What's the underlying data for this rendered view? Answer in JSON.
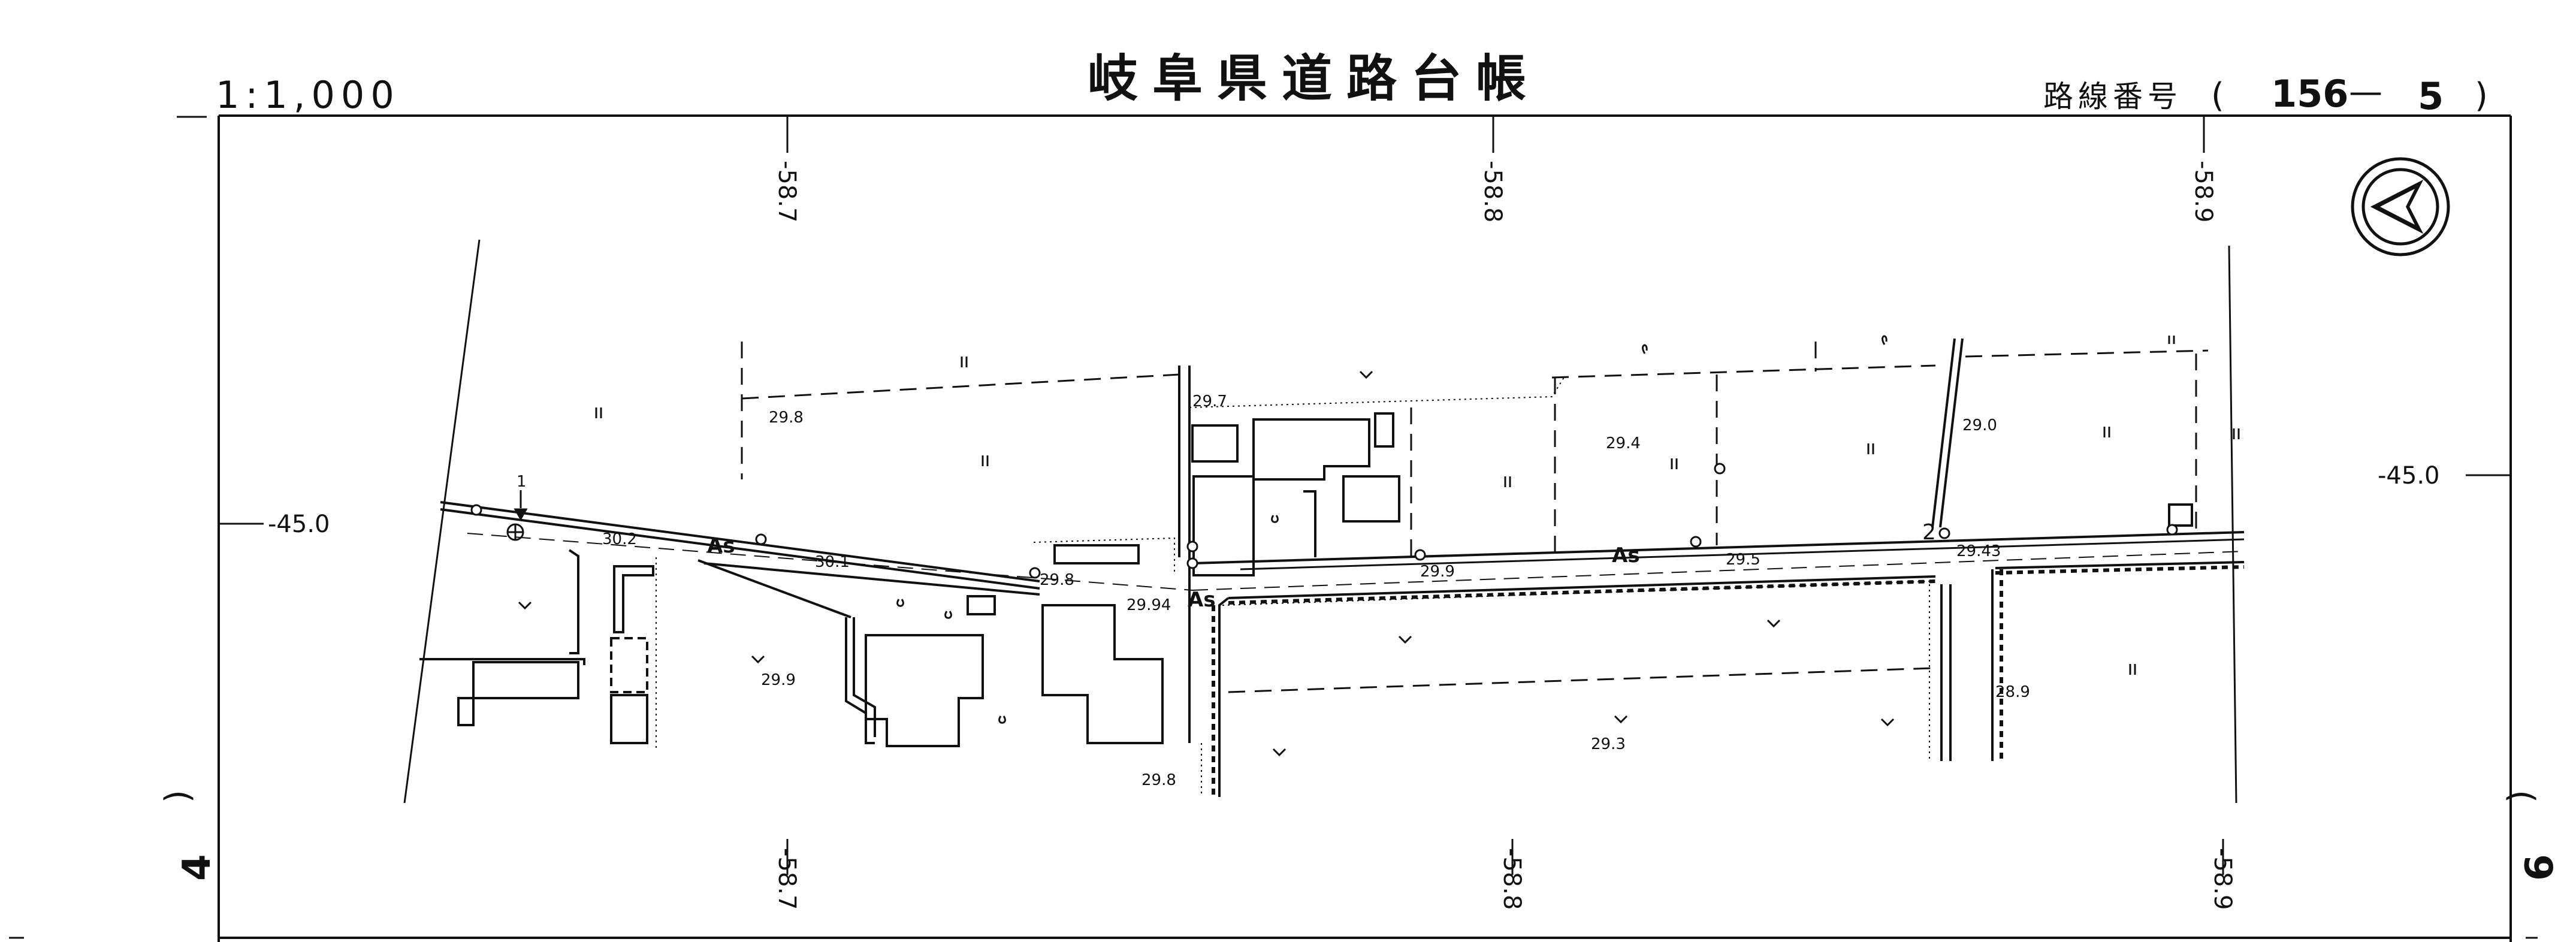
{
  "header": {
    "scale": "1:1,000",
    "title": "岐阜県道路台帳",
    "route_label": "路線番号",
    "route_open": "(",
    "route_number": "156",
    "route_dash": "—",
    "route_sheet": "5",
    "route_close": ")"
  },
  "grid": {
    "x_top": [
      "-58.7",
      "-58.8",
      "-58.9"
    ],
    "x_bottom": [
      "-58.7",
      "-58.8",
      "-58.9"
    ],
    "y_left": "-45.0",
    "y_right": "-45.0"
  },
  "adjacent_sheets": {
    "left_paren": ")",
    "left_number": "4",
    "right_paren": ")",
    "right_number": "6"
  },
  "elevations": [
    "29.8",
    "29.7",
    "29.4",
    "29.0",
    "30.2",
    "30.1",
    "29.8",
    "29.94",
    "29.9",
    "29.5",
    "29.43",
    "29.9",
    "28.9",
    "29.3",
    "29.8"
  ],
  "pavement_labels": [
    "As",
    "As",
    "As"
  ],
  "markers": {
    "km_post": "2",
    "bench_mark": "1"
  },
  "icons": [
    "north-arrow-icon",
    "survey-point-icon",
    "benchmark-triangle-icon"
  ]
}
